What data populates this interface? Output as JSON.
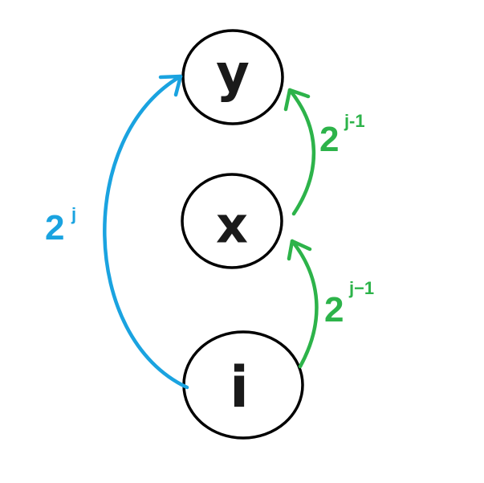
{
  "nodes": {
    "y": {
      "label": "y"
    },
    "x": {
      "label": "x"
    },
    "i": {
      "label": "i"
    }
  },
  "edges": {
    "i_to_y": {
      "base": "2",
      "exponent": "j",
      "color": "#1aa3e0"
    },
    "x_to_y": {
      "base": "2",
      "exponent": "j-1",
      "color": "#2db34a"
    },
    "i_to_x": {
      "base": "2",
      "exponent": "j−1",
      "color": "#2db34a"
    }
  }
}
